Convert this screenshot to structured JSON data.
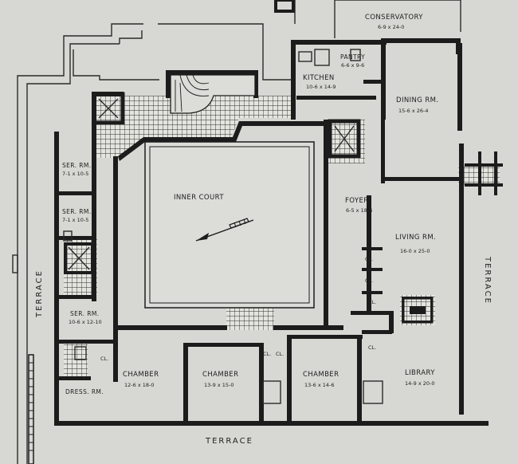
{
  "rooms": {
    "conservatory": {
      "name": "CONSERVATORY",
      "size": "6-9 x 24-0"
    },
    "pantry": {
      "name": "PANTRY",
      "size": "6-6 x 9-6"
    },
    "kitchen": {
      "name": "KITCHEN",
      "size": "10-6 x 14-9"
    },
    "dining": {
      "name": "DINING RM.",
      "size": "15-6 x 26-4"
    },
    "ser1": {
      "name": "SER. RM.",
      "size": "7-1 x 10-5"
    },
    "ser2": {
      "name": "SER. RM.",
      "size": "7-1 x 10-5"
    },
    "ser3": {
      "name": "SER. RM.",
      "size": "10-6 x 12-10"
    },
    "inner_court": {
      "name": "INNER COURT"
    },
    "foyer": {
      "name": "FOYER",
      "size": "6-5 x 18-6"
    },
    "living": {
      "name": "LIVING RM.",
      "size": "16-0 x 25-0"
    },
    "chamber1": {
      "name": "CHAMBER",
      "size": "12-6 x 18-0"
    },
    "chamber2": {
      "name": "CHAMBER",
      "size": "13-9 x 15-0"
    },
    "chamber3": {
      "name": "CHAMBER",
      "size": "13-6 x 14-6"
    },
    "library": {
      "name": "LIBRARY",
      "size": "14-9 x 20-0"
    },
    "dress": {
      "name": "DRESS. RM."
    }
  },
  "closet_label": "CL.",
  "terraces": {
    "left": "TERRACE",
    "right": "TERRACE",
    "bottom": "TERRACE"
  }
}
